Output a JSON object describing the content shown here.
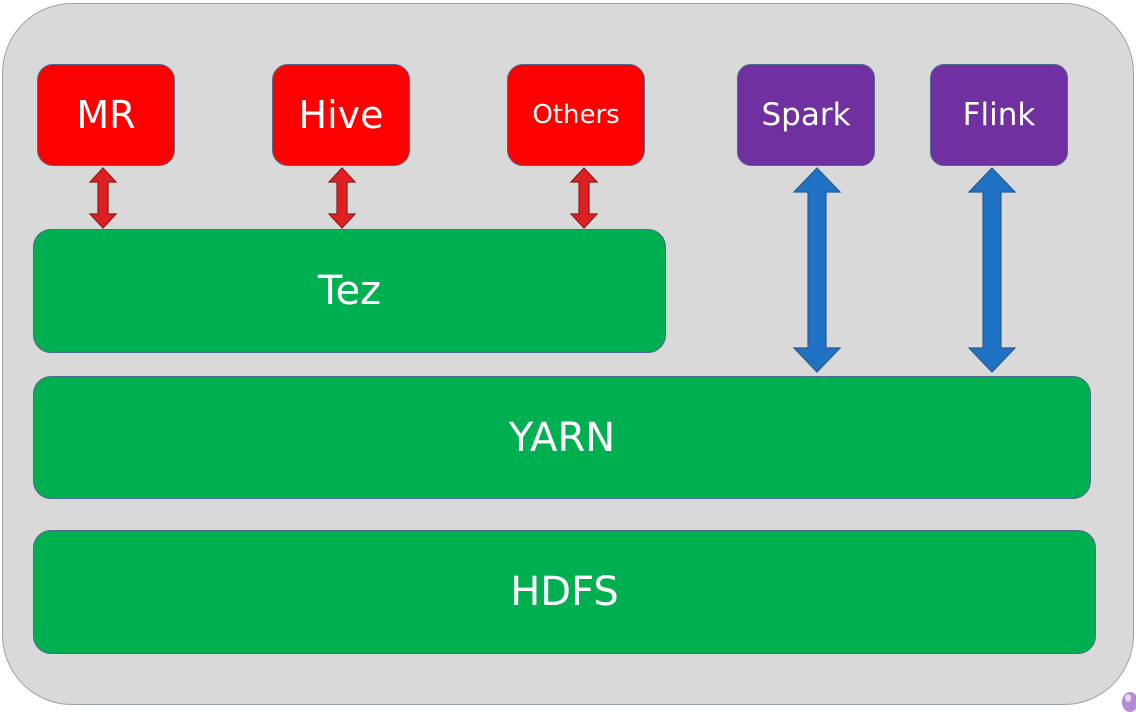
{
  "frameworks_top": {
    "mr": "MR",
    "hive": "Hive",
    "others": "Others",
    "spark": "Spark",
    "flink": "Flink"
  },
  "layers": {
    "tez": "Tez",
    "yarn": "YARN",
    "hdfs": "HDFS"
  },
  "colors": {
    "container": "#d9d9d9",
    "red_framework": "#ff0000",
    "purple_framework": "#7030a0",
    "green_layer": "#00b050",
    "red_arrow": "#e02020",
    "blue_arrow": "#1f72c4"
  },
  "icons": [
    "red-double-arrow-icon",
    "blue-double-arrow-icon",
    "logo-icon"
  ]
}
